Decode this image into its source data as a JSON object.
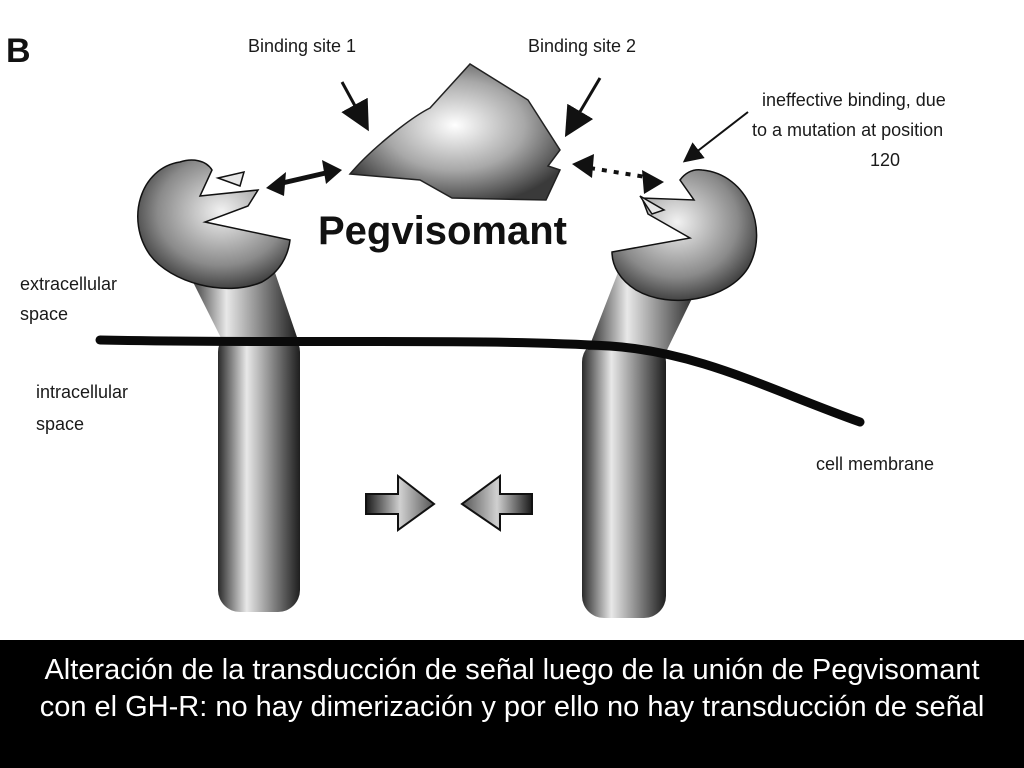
{
  "panel_letter": "B",
  "labels": {
    "binding_site_1": "Binding site 1",
    "binding_site_2": "Binding site 2",
    "ineffective_line1": "ineffective binding, due",
    "ineffective_line2": "to a mutation at position",
    "ineffective_line3": "120",
    "pegvisomant": "Pegvisomant",
    "extracellular_line1": "extracellular",
    "extracellular_line2": "space",
    "intracellular_line1": "intracellular",
    "intracellular_line2": "space",
    "cell_membrane": "cell membrane"
  },
  "caption": "Alteración de la transducción  de señal luego de la unión de Pegvisomant con el GH-R: no hay dimerización y por ello no hay transducción de señal"
}
